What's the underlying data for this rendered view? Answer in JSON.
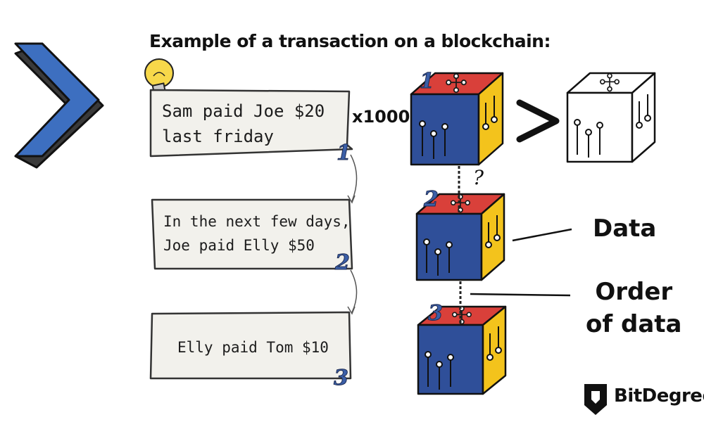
{
  "title": "Example of a transaction on a blockchain:",
  "notes": [
    {
      "line1": "Sam paid Joe $20",
      "line2": "last friday"
    },
    {
      "line1": "In the next few days,",
      "line2": "Joe paid Elly $50"
    },
    {
      "line1": "Elly paid Tom $10"
    }
  ],
  "multiplier": "x1000",
  "step_labels": [
    "1",
    "2",
    "3"
  ],
  "comparison_symbol": ">",
  "question_mark": "?",
  "labels": {
    "data": "Data",
    "order_line1": "Order",
    "order_line2": "of data"
  },
  "brand": {
    "name": "BitDegree"
  },
  "colors": {
    "cube_red": "#d9403a",
    "cube_blue": "#2f4f99",
    "cube_yellow": "#f3c31c",
    "arrow_blue": "#3d6fc0",
    "arrow_dark": "#3a3a3a",
    "paper": "#f2f1ec",
    "bulb": "#f7d84a"
  }
}
